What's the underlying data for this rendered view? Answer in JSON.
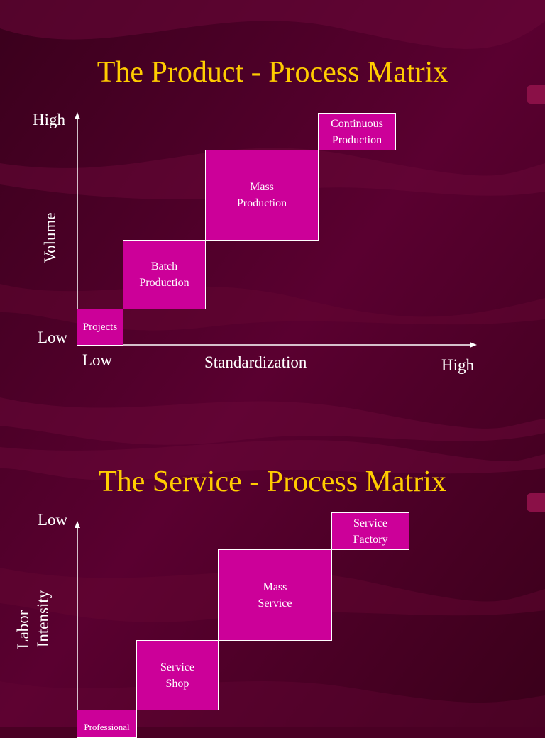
{
  "product_matrix": {
    "title": "The Product - Process Matrix",
    "y_axis": {
      "label": "Volume",
      "high": "High",
      "low": "Low"
    },
    "x_axis": {
      "label": "Standardization",
      "low": "Low",
      "high": "High"
    },
    "stages": [
      "Projects",
      "Batch\nProduction",
      "Mass\nProduction",
      "Continuous\nProduction"
    ]
  },
  "service_matrix": {
    "title": "The Service - Process Matrix",
    "y_axis": {
      "label_line1": "Labor",
      "label_line2": "Intensity",
      "top": "Low"
    },
    "stages": [
      "Professional",
      "Service\nShop",
      "Mass\nService",
      "Service\nFactory"
    ]
  },
  "colors": {
    "background": "#4a0024",
    "title": "#ffcc00",
    "box": "#cc0099",
    "text": "#ffffff"
  }
}
